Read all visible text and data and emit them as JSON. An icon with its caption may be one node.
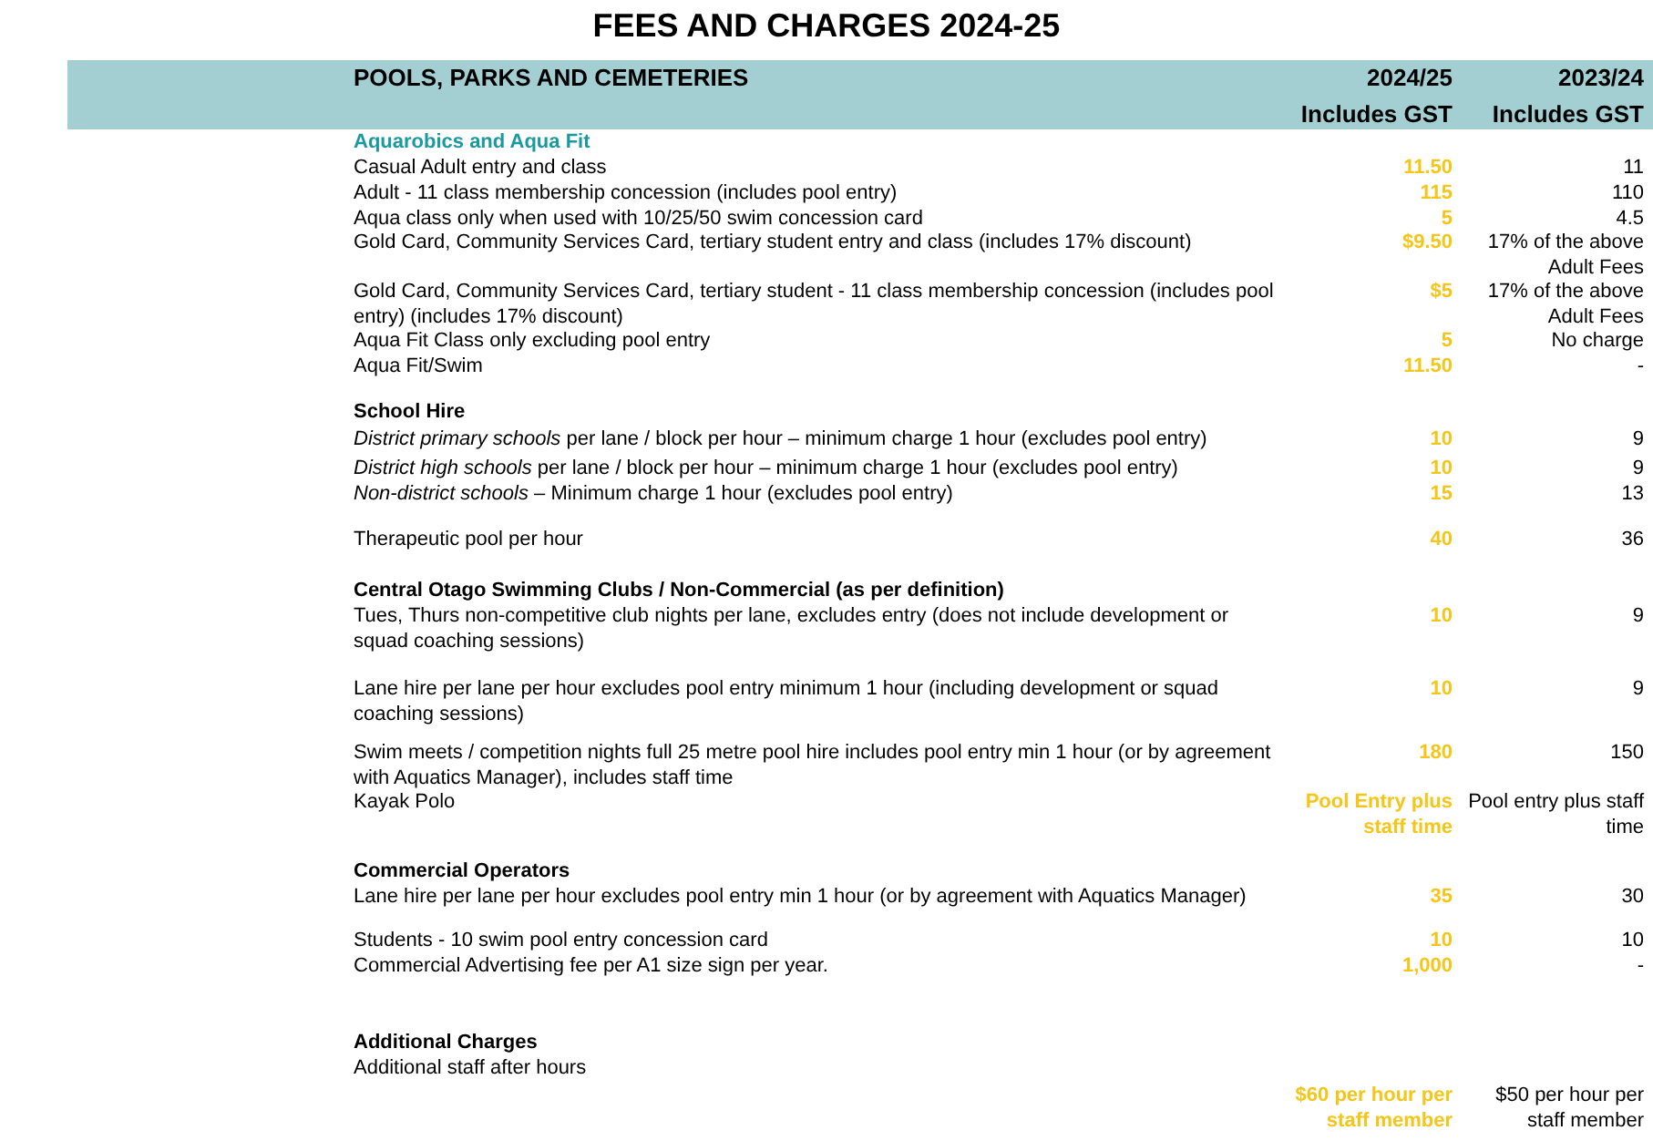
{
  "diagram": {
    "title": "FEES AND CHARGES 2024-25",
    "labels": [
      "POOLS, PARKS AND CEMETERIES",
      "2024/25 Includes GST",
      "2023/24 Includes GST",
      "Aquarobics and Aqua Fit",
      "Casual Adult entry and class",
      "11.50",
      "11",
      "Adult - 11 class membership concession (includes pool entry)",
      "115",
      "110",
      "Aqua class only when used with 10/25/50 swim concession card",
      "5",
      "4.5",
      "Gold Card, Community Services Card, tertiary student entry and class (includes 17% discount)",
      "$9.50",
      "17% of the above Adult Fees",
      "Gold Card, Community Services Card, tertiary student - 11 class membership concession (includes pool entry) (includes 17% discount)",
      "$5",
      "17% of the above Adult Fees",
      "Aqua Fit Class only excluding pool entry",
      "5",
      "No charge",
      "Aqua Fit/Swim",
      "11.50",
      "-",
      "School Hire",
      "*District primary schools*  per lane / block per hour – minimum charge 1 hour (excludes pool entry)",
      "10",
      "9",
      "*District high schools*  per lane / block per hour – minimum charge 1 hour (excludes pool entry)",
      "10",
      "9",
      "*Non-district schools*  – Minimum charge 1 hour (excludes pool entry)",
      "15",
      "13",
      "Therapeutic pool per hour",
      "40",
      "36",
      "Central Otago Swimming Clubs / Non-Commercial (as per definition)",
      "Tues, Thurs non-competitive club nights per lane, excludes entry (does not include development or squad coaching sessions)",
      "10",
      "9",
      "Lane hire per lane per hour excludes pool entry minimum 1 hour (including development or squad coaching sessions)",
      "10",
      "9",
      "Swim meets / competition nights full 25 metre pool hire includes pool entry min 1 hour (or by agreement with Aquatics Manager), includes staff time",
      "180",
      "150",
      "Kayak Polo",
      "Pool Entry plus staff time",
      "Pool entry plus staff time",
      "Commercial Operators",
      "Lane hire per lane per hour excludes pool entry min 1 hour (or by agreement with Aquatics Manager)",
      "35",
      "30",
      "Students - 10 swim pool entry concession card",
      "10",
      "10",
      "Commercial Advertising fee per A1 size sign per year.",
      "1,000",
      "-",
      "Additional Charges",
      "Additional staff after hours",
      "$60 per hour per staff member",
      "$50 per hour per staff member"
    ]
  }
}
